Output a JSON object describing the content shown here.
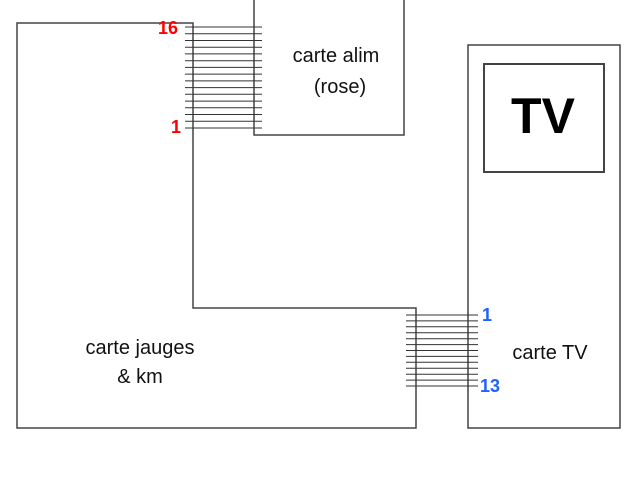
{
  "boards": {
    "alim": {
      "line1": "carte alim",
      "line2": "(rose)"
    },
    "jauges": {
      "line1": "carte jauges",
      "line2": "& km"
    },
    "tv": {
      "label": "carte TV",
      "screen": "TV"
    }
  },
  "connectors": {
    "top": {
      "pin_high": "16",
      "pin_low": "1",
      "color": "#ff0000"
    },
    "right": {
      "pin_first": "1",
      "pin_last": "13",
      "color": "#1e62ff"
    }
  }
}
